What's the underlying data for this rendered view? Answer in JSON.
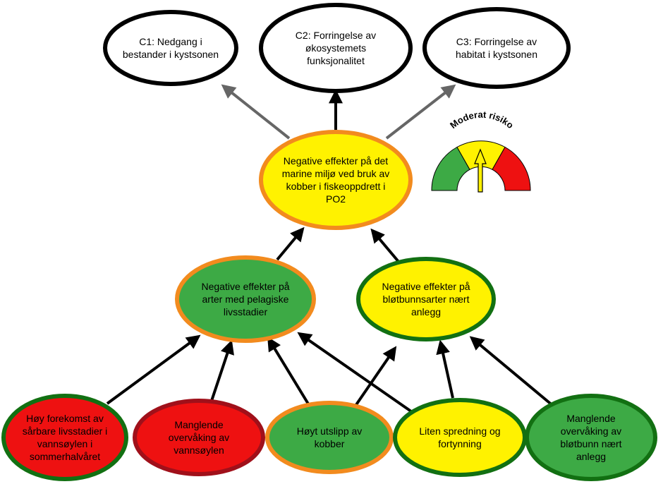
{
  "colors": {
    "green": "#3daa45",
    "yellow": "#fff200",
    "red": "#ee1111",
    "orange_border": "#f28b1e",
    "green_border": "#127012",
    "darkred_border": "#a0101a",
    "black": "#000000",
    "white": "#ffffff",
    "gray_arrow": "#666666"
  },
  "nodes": {
    "c1": {
      "lines": [
        "C1: Nedgang i",
        "bestander i kystsonen"
      ],
      "fill": "white",
      "border": "black"
    },
    "c2": {
      "lines": [
        "C2: Forringelse av",
        "økosystemets",
        "funksjonalitet"
      ],
      "fill": "white",
      "border": "black"
    },
    "c3": {
      "lines": [
        "C3: Forringelse av",
        "habitat i kystsonen"
      ],
      "fill": "white",
      "border": "black"
    },
    "main": {
      "lines": [
        "Negative effekter på det",
        "marine miljø ved bruk av",
        "kobber i fiskeoppdrett i",
        "PO2"
      ],
      "fill": "yellow",
      "border": "orange_border"
    },
    "pelagic": {
      "lines": [
        "Negative effekter på",
        "arter med pelagiske",
        "livsstadier"
      ],
      "fill": "green",
      "border": "orange_border"
    },
    "soft": {
      "lines": [
        "Negative effekter på",
        "bløtbunnsarter nært",
        "anlegg"
      ],
      "fill": "yellow",
      "border": "green_border"
    },
    "b1": {
      "lines": [
        "Høy forekomst av",
        "sårbare livsstadier i",
        "vannsøylen i",
        "sommerhalvåret"
      ],
      "fill": "red",
      "border": "green_border"
    },
    "b2": {
      "lines": [
        "Manglende",
        "overvåking av",
        "vannsøylen"
      ],
      "fill": "red",
      "border": "darkred_border"
    },
    "b3": {
      "lines": [
        "Høyt utslipp av",
        "kobber"
      ],
      "fill": "green",
      "border": "orange_border"
    },
    "b4": {
      "lines": [
        "Liten spredning og",
        "fortynning"
      ],
      "fill": "yellow",
      "border": "green_border"
    },
    "b5": {
      "lines": [
        "Manglende",
        "overvåking av",
        "bløtbunn nært",
        "anlegg"
      ],
      "fill": "green",
      "border": "green_border"
    }
  },
  "gauge": {
    "label": "Moderat risiko",
    "segments": [
      "green",
      "yellow",
      "red"
    ],
    "level": "moderate"
  }
}
